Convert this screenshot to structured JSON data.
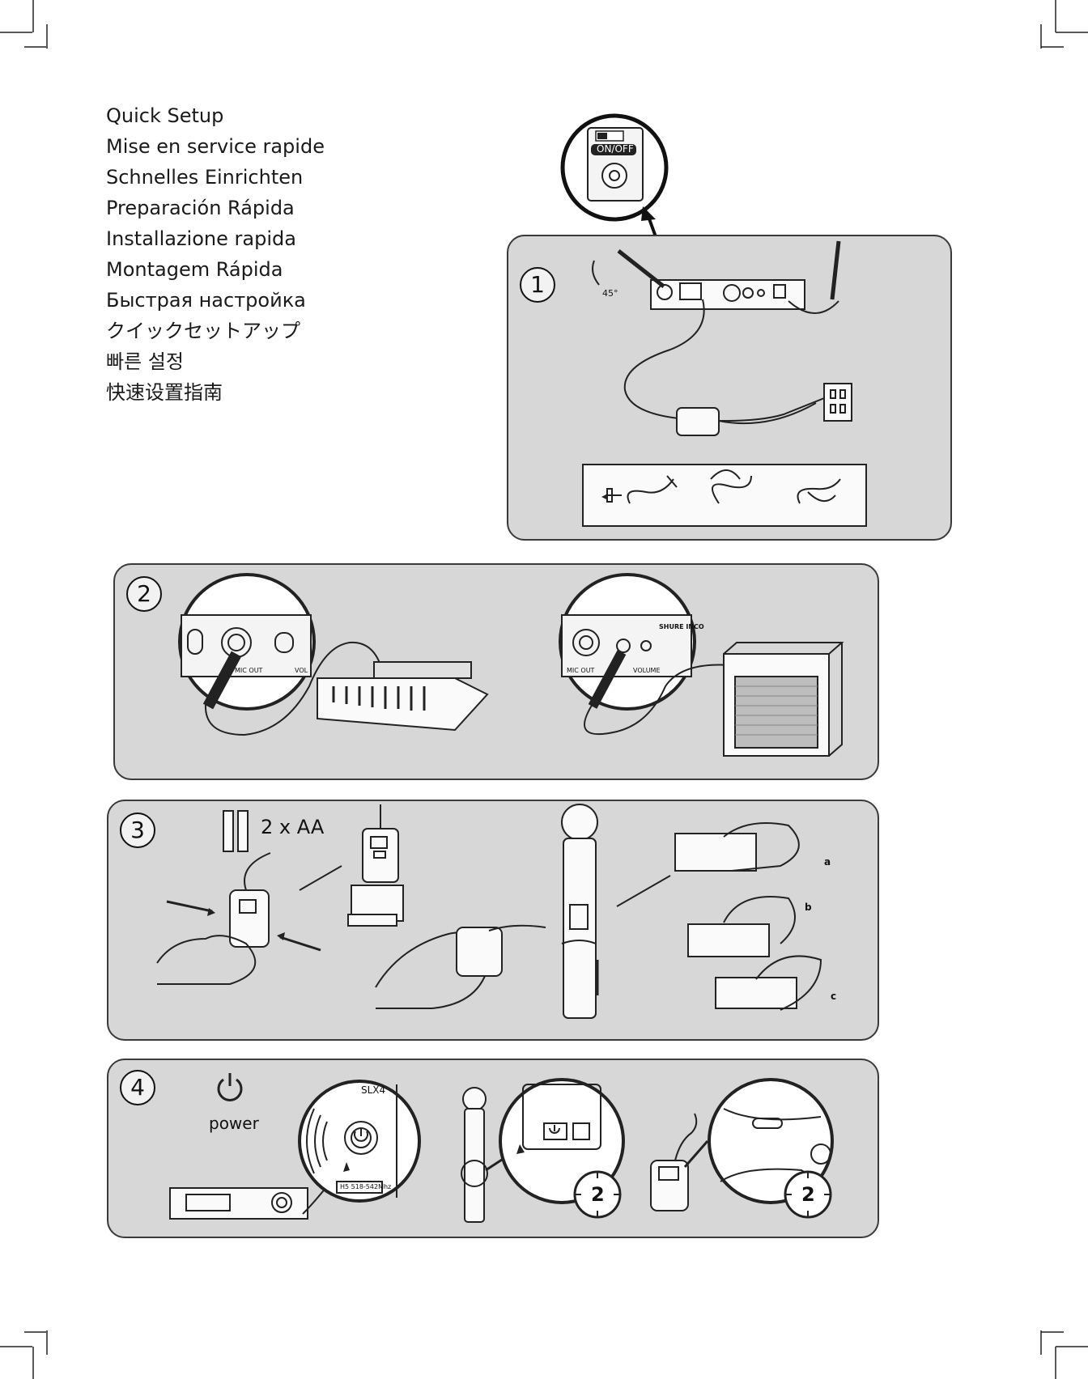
{
  "titles": [
    "Quick Setup",
    "Mise en service rapide",
    "Schnelles Einrichten",
    "Preparación Rápida",
    "Installazione rapida",
    "Montagem Rápida",
    "Быстрая настройка",
    "クイックセットアップ",
    "빠른 설정",
    "快速设置指南"
  ],
  "step1": {
    "number": "1",
    "switch_label": "ON/OFF",
    "angle_label": "45°"
  },
  "step2": {
    "number": "2",
    "left_jack_label": "MIC OUT",
    "left_jack2_label": "VOL",
    "right_jack_label": "MIC OUT",
    "right_volume_label": "VOLUME",
    "brand_label": "SHURE INCO"
  },
  "step3": {
    "number": "3",
    "battery_label": "2 x AA",
    "sub_a": "a",
    "sub_b": "b",
    "sub_c": "c"
  },
  "step4": {
    "number": "4",
    "power_label": "power",
    "model_label": "SLX4",
    "freq_label": "H5 518-542Mhz",
    "timer_left": "2",
    "timer_right": "2"
  },
  "colors": {
    "panel_bg": "#d7d7d7",
    "panel_border": "#3a3a3a",
    "line_art": "#222222"
  }
}
